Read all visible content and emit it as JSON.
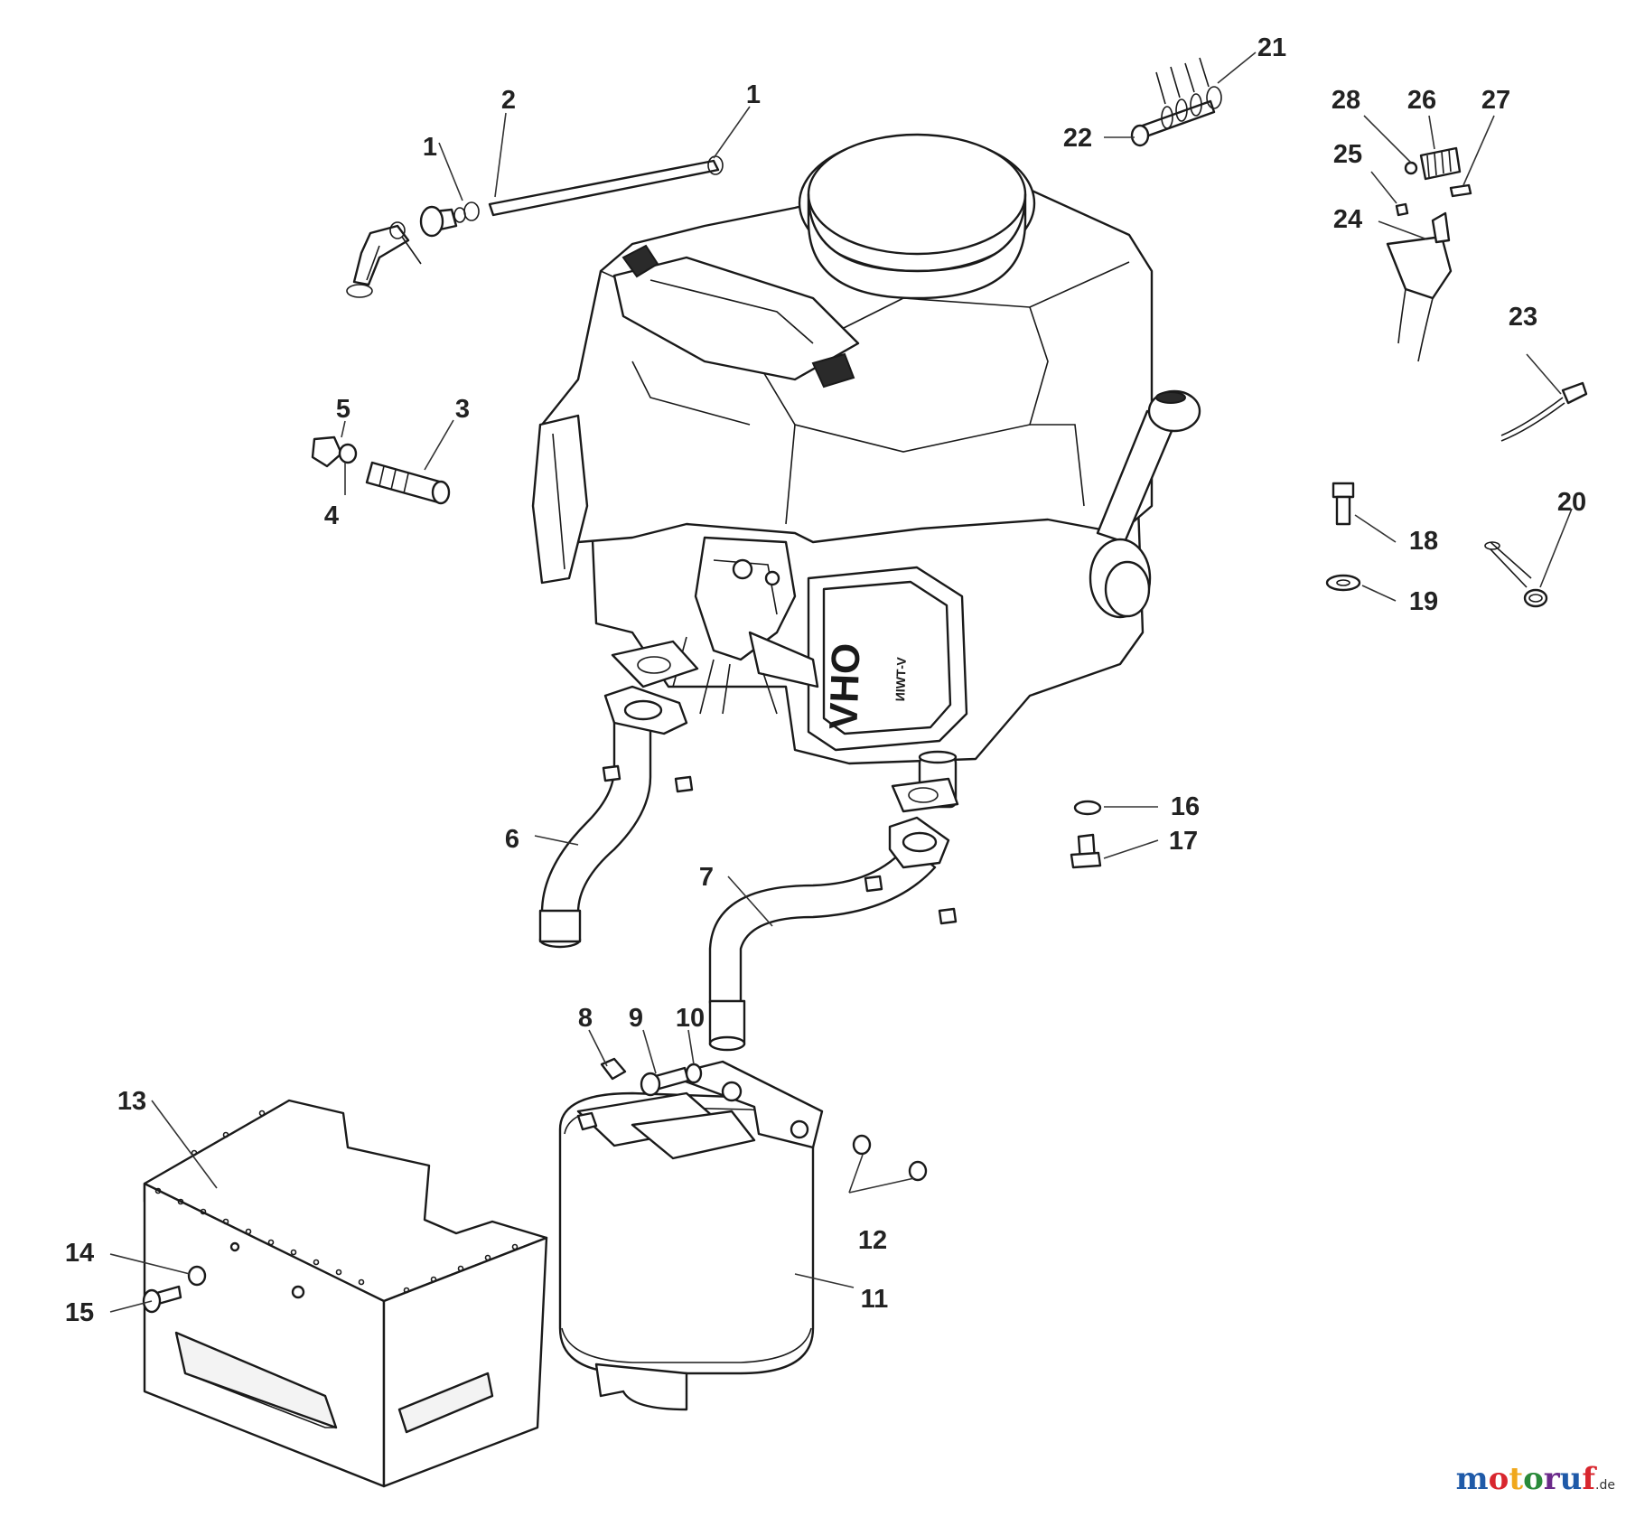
{
  "diagram": {
    "callouts": [
      "1",
      "2",
      "1",
      "3",
      "4",
      "5",
      "6",
      "7",
      "8",
      "9",
      "10",
      "11",
      "12",
      "13",
      "14",
      "15",
      "16",
      "17",
      "18",
      "19",
      "20",
      "21",
      "22",
      "23",
      "24",
      "25",
      "26",
      "27",
      "28"
    ],
    "engine_label": "OHV",
    "engine_sublabel": "V-TWIN"
  },
  "watermark": {
    "text": "motoruf",
    "tld": ".de",
    "letter_colors": [
      "#1f5aa8",
      "#d8262e",
      "#f0a81c",
      "#2a8a3a",
      "#6b2a8a",
      "#1f5aa8",
      "#d8262e"
    ]
  }
}
